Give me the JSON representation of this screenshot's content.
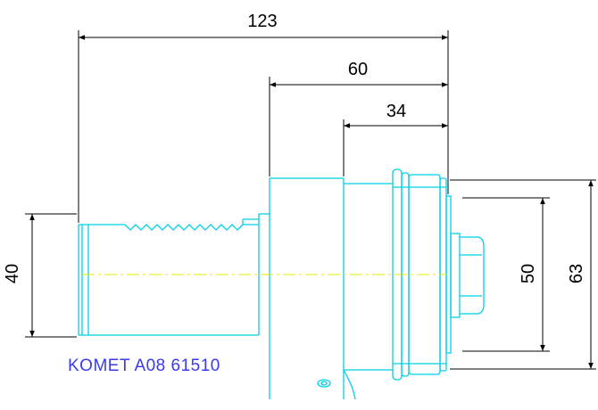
{
  "colors": {
    "part": "#00cfe8",
    "dimension": "#000000",
    "centerline": "#e8e800",
    "label": "#3a3af0",
    "background": "#ffffff"
  },
  "dimensions": {
    "overall_length": "123",
    "flange_length": "60",
    "collar_length": "34",
    "shank_diameter": "40",
    "inner_diameter": "50",
    "outer_diameter": "63"
  },
  "part_label": "KOMET A08 61510"
}
